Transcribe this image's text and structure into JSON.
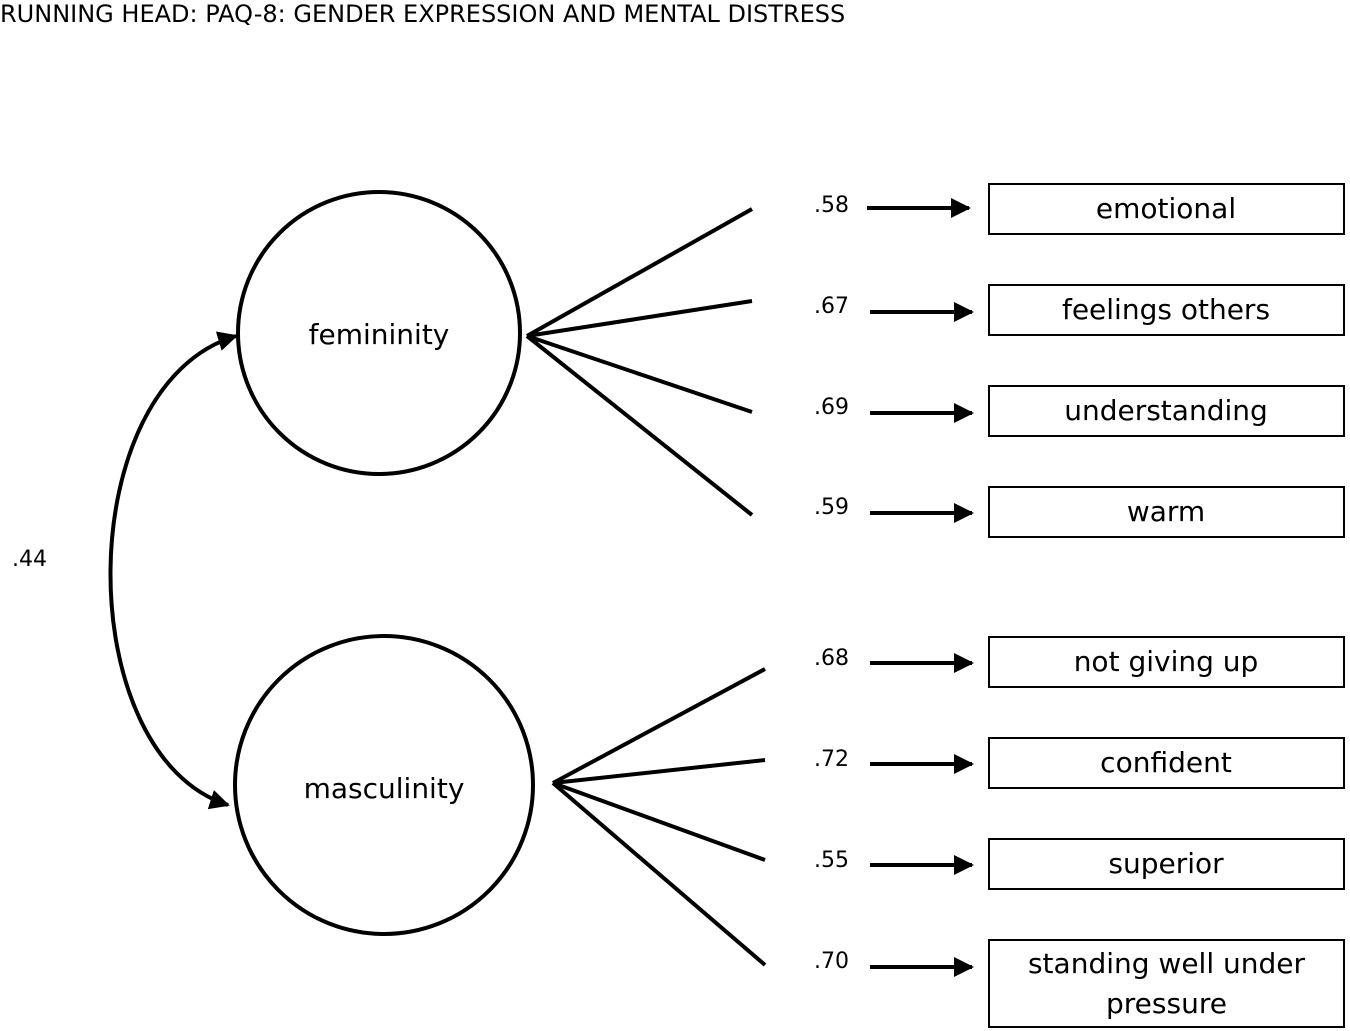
{
  "header": "RUNNING HEAD: PAQ-8: GENDER EXPRESSION AND MENTAL DISTRESS",
  "correlation": ".44",
  "factors": [
    {
      "label": "femininity",
      "items": [
        {
          "label": "emotional",
          "loading": ".58"
        },
        {
          "label": "feelings others",
          "loading": ".67"
        },
        {
          "label": "understanding",
          "loading": ".69"
        },
        {
          "label": "warm",
          "loading": ".59"
        }
      ]
    },
    {
      "label": "masculinity",
      "items": [
        {
          "label": "not giving up",
          "loading": ".68"
        },
        {
          "label": "confident",
          "loading": ".72"
        },
        {
          "label": "superior",
          "loading": ".55"
        },
        {
          "label": "standing well under pressure",
          "loading": ".70"
        }
      ]
    }
  ]
}
